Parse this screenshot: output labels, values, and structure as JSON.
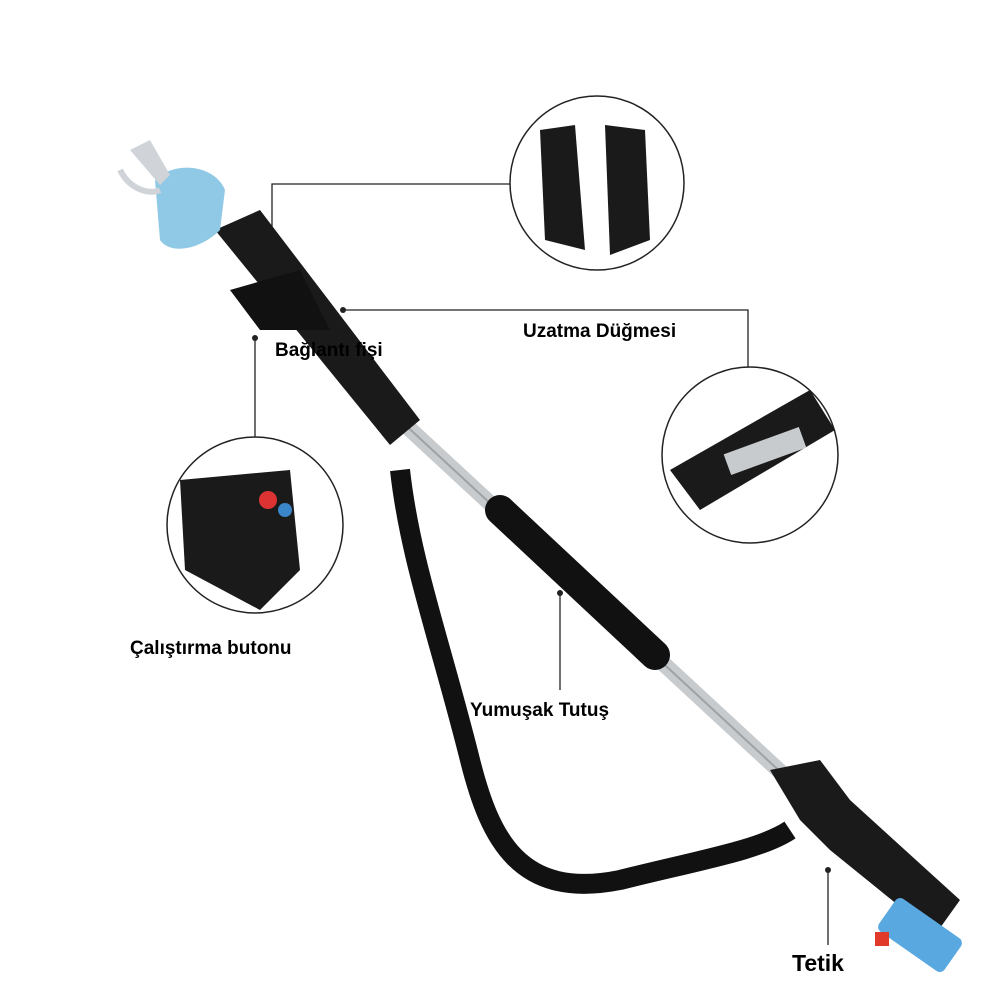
{
  "labels": {
    "connector_plug": "Bağlantı fişi",
    "extension_button": "Uzatma Düğmesi",
    "start_button": "Çalıştırma butonu",
    "soft_grip": "Yumuşak Tutuş",
    "trigger": "Tetik"
  },
  "colors": {
    "head_blue": "#8fc9e6",
    "body_black": "#1a1a1a",
    "pole_silver": "#c8cbce",
    "battery_blue": "#5aa8e0",
    "battery_red": "#e23a2a"
  }
}
